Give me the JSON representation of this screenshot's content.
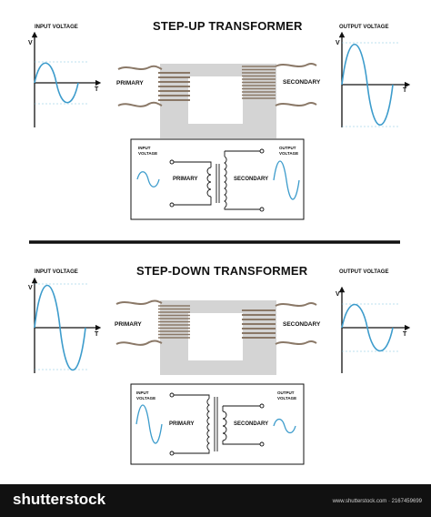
{
  "top": {
    "title": "STEP-UP TRANSFORMER",
    "input_voltage": "INPUT VOLTAGE",
    "output_voltage": "OUTPUT VOLTAGE",
    "primary": "PRIMARY",
    "secondary": "SECONDARY",
    "axis_v": "V",
    "axis_t": "T",
    "schematic": {
      "input_voltage": "INPUT\nVOLTAGE",
      "output_voltage": "OUTPUT\nVOLTAGE",
      "primary": "PRIMARY",
      "secondary": "SECONDARY"
    }
  },
  "bottom": {
    "title": "STEP-DOWN TRANSFORMER",
    "input_voltage": "INPUT VOLTAGE",
    "output_voltage": "OUTPUT VOLTAGE",
    "primary": "PRIMARY",
    "secondary": "SECONDARY",
    "axis_v": "V",
    "axis_t": "T",
    "schematic": {
      "input_voltage": "INPUT\nVOLTAGE",
      "output_voltage": "OUTPUT\nVOLTAGE",
      "primary": "PRIMARY",
      "secondary": "SECONDARY"
    }
  },
  "footer": {
    "brand": "shutterstock",
    "meta": "www.shutterstock.com · 2167459699"
  },
  "colors": {
    "wave": "#3d9ccc",
    "wire": "#8a7867",
    "core": "#d4d4d4",
    "text": "#111111",
    "footer_bg": "#111111"
  }
}
